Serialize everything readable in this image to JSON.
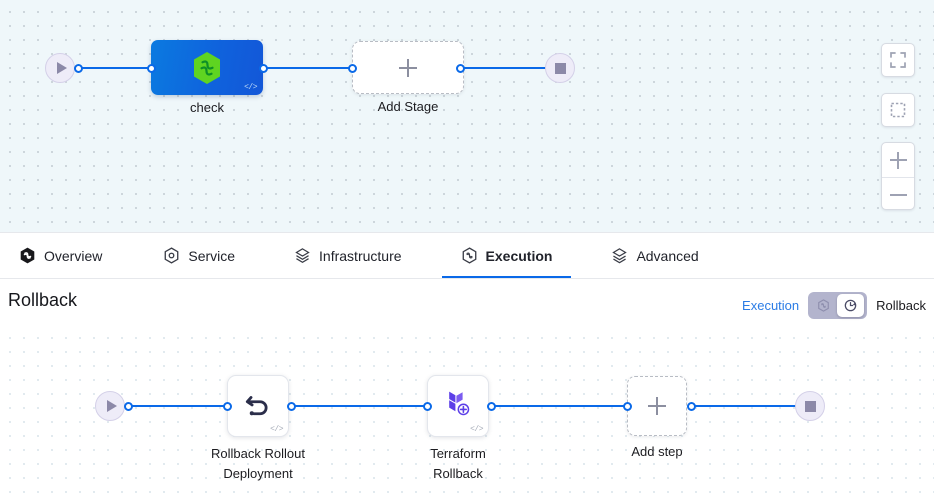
{
  "app": {
    "accent_blue": "#0a69e8",
    "link_blue": "#2b7ce5",
    "canvas_top_bg": "#eff7fa",
    "canvas_bottom_bg": "#ffffff",
    "terminal_fill": "#eeecf8"
  },
  "top_canvas": {
    "start_node_icon": "play-icon",
    "end_node_icon": "stop-icon",
    "nodes": [
      {
        "id": "check",
        "label": "check",
        "type": "stage",
        "icon": "harness-hexagon-icon",
        "code_badge": "</>"
      },
      {
        "id": "add-stage",
        "label": "Add Stage",
        "type": "add",
        "icon": "plus-icon"
      }
    ],
    "controls": [
      {
        "name": "fit-to-screen-button",
        "icon": "fit-screen-icon"
      },
      {
        "name": "select-area-button",
        "icon": "dashed-square-icon"
      },
      {
        "name": "zoom-in-button",
        "icon": "plus-icon"
      },
      {
        "name": "zoom-out-button",
        "icon": "minus-icon"
      }
    ]
  },
  "tabs": [
    {
      "label": "Overview",
      "icon": "harness-hexagon-dark-icon",
      "active": false
    },
    {
      "label": "Service",
      "icon": "service-hexagon-icon",
      "active": false
    },
    {
      "label": "Infrastructure",
      "icon": "infrastructure-layers-icon",
      "active": false
    },
    {
      "label": "Execution",
      "icon": "execution-hexagon-icon",
      "active": true
    },
    {
      "label": "Advanced",
      "icon": "advanced-layers-icon",
      "active": false
    }
  ],
  "rollback_header": {
    "title": "Rollback",
    "toggle": {
      "left_label": "Execution",
      "right_label": "Rollback",
      "left_icon": "execution-hexagon-icon",
      "right_icon": "rollback-clock-icon",
      "selected": "Rollback"
    }
  },
  "bottom_canvas": {
    "start_node_icon": "play-icon",
    "end_node_icon": "stop-icon",
    "steps": [
      {
        "id": "rollback-rollout-deployment",
        "label_line1": "Rollback Rollout",
        "label_line2": "Deployment",
        "icon": "undo-arrow-icon",
        "code_badge": "</>"
      },
      {
        "id": "terraform-rollback",
        "label_line1": "Terraform",
        "label_line2": "Rollback",
        "icon": "terraform-icon",
        "code_badge": "</>"
      },
      {
        "id": "add-step",
        "label_line1": "Add step",
        "label_line2": "",
        "icon": "plus-icon"
      }
    ]
  }
}
